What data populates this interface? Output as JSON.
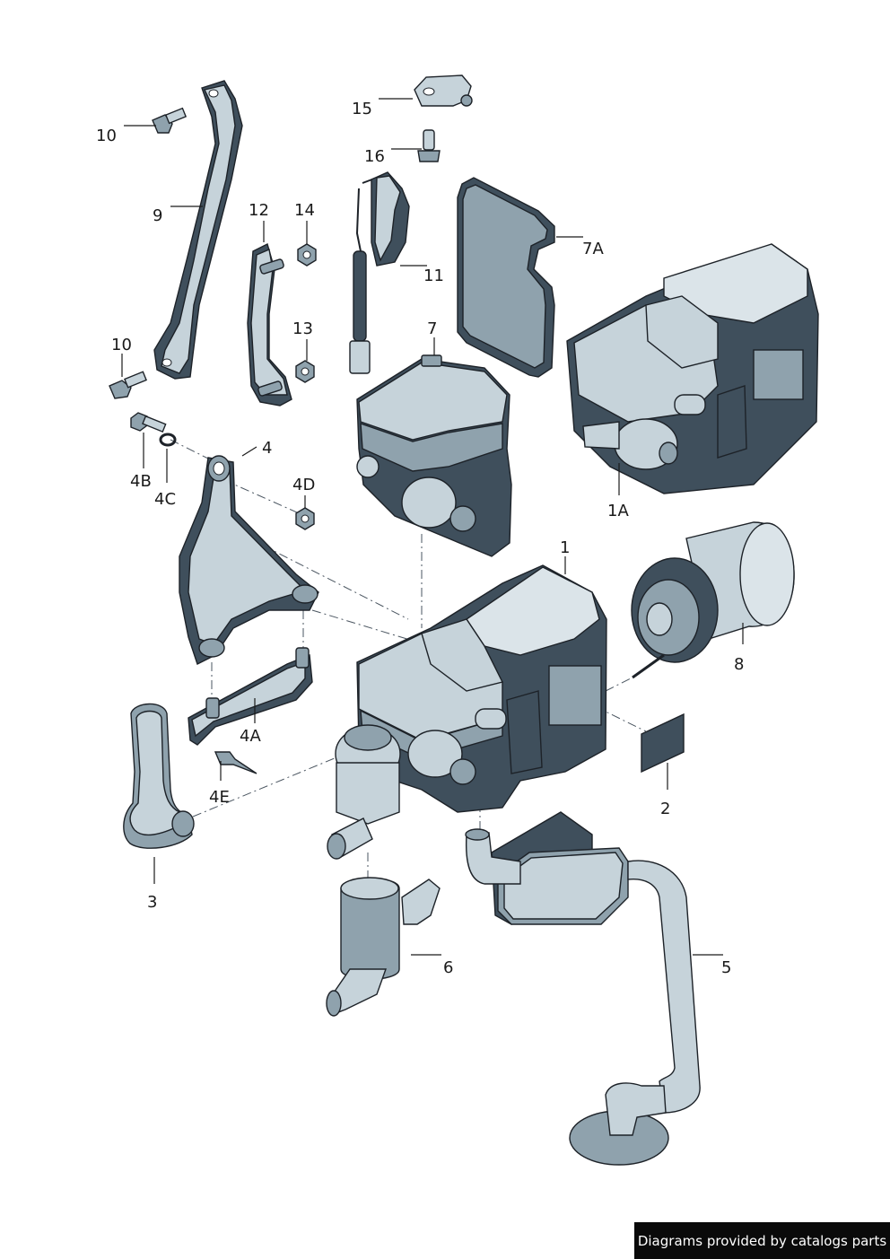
{
  "callouts": {
    "c1": "1",
    "c1A": "1A",
    "c2": "2",
    "c3": "3",
    "c4": "4",
    "c4A": "4A",
    "c4B": "4B",
    "c4C": "4C",
    "c4D": "4D",
    "c4E": "4E",
    "c5": "5",
    "c6": "6",
    "c7": "7",
    "c7A": "7A",
    "c8": "8",
    "c9": "9",
    "c10a": "10",
    "c10b": "10",
    "c11": "11",
    "c12": "12",
    "c13": "13",
    "c14": "14",
    "c15": "15",
    "c16": "16"
  },
  "footer": {
    "text": "Diagrams provided by catalogs parts"
  },
  "colors": {
    "dark": "#3f4f5c",
    "mid": "#8fa2ad",
    "light": "#c6d3da",
    "background": "#ffffff"
  }
}
